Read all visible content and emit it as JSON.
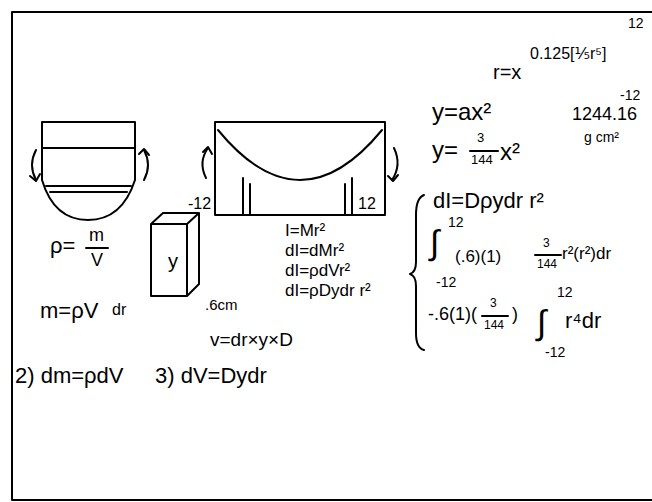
{
  "diagram": {
    "nodes": [
      {
        "text": [
          "y"
        ]
      }
    ],
    "labels": [
      "12",
      "0.125[⅕r⁵]",
      "-12",
      "r=x",
      "y=ax²",
      "y=",
      "3",
      "144",
      "x²",
      "1244.16",
      "g cm²",
      "dI=Dρydr r²",
      "∫",
      "12",
      "-12",
      "(.6)(1)",
      "3",
      "144",
      "r²(r²)dr",
      "-.6(1)(",
      "3",
      "144",
      ")",
      "12",
      "∫",
      "r⁴dr",
      "-12",
      "-12",
      "12",
      "I=Mr²",
      "dI=dMr²",
      "dI=ρdVr²",
      "dI=ρDydr r²",
      "ρ=",
      "m",
      "V",
      ".6cm",
      "dr",
      "m=ρV",
      "v=dr×y×D",
      "2) dm=ρdV",
      "3) dV=Dydr"
    ]
  }
}
